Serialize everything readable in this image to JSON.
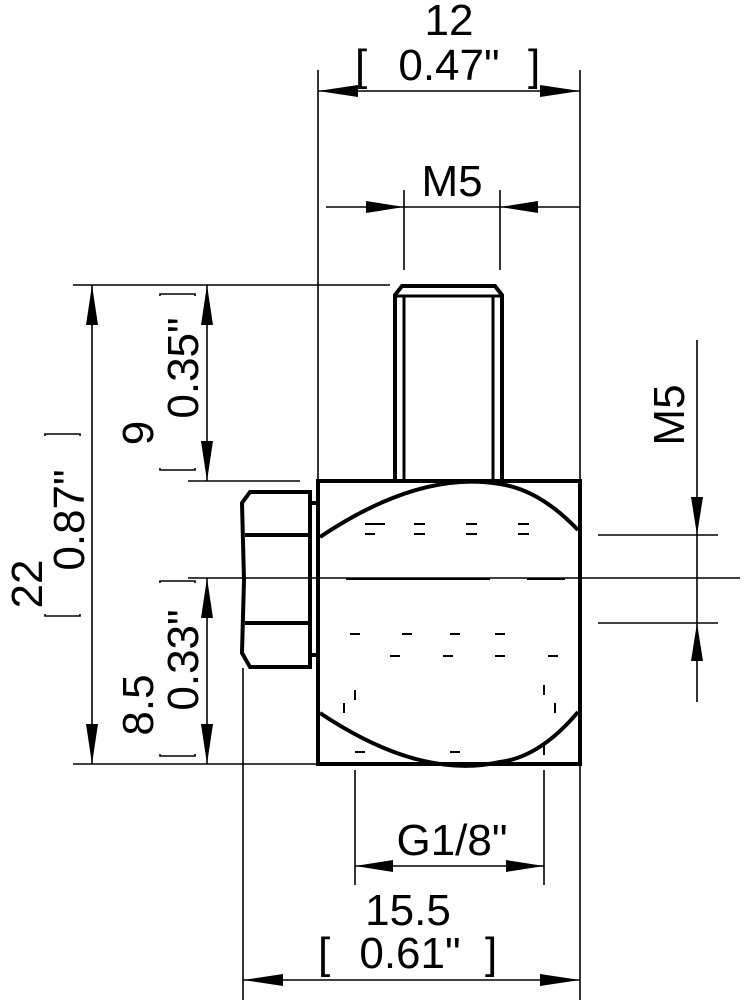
{
  "drawing": {
    "type": "technical-dimension-drawing",
    "subject": "Threaded fitting block with M5 stud, hex nut, and G1/8\" port",
    "line_color": "#000000",
    "background": "#ffffff"
  },
  "dimensions": {
    "top_width": {
      "mm": "12",
      "inch": "0.47\""
    },
    "top_thread": {
      "label": "M5"
    },
    "overall_height": {
      "mm": "22",
      "inch": "0.87\""
    },
    "stud_height": {
      "mm": "9",
      "inch": "0.35\""
    },
    "nut_offset": {
      "mm": "8.5",
      "inch": "0.33\""
    },
    "side_thread": {
      "label": "M5"
    },
    "port_thread": {
      "label": "G1/8\""
    },
    "overall_width": {
      "mm": "15.5",
      "inch": "0.61\""
    }
  },
  "bracket": {
    "open": "[",
    "close": "]"
  }
}
